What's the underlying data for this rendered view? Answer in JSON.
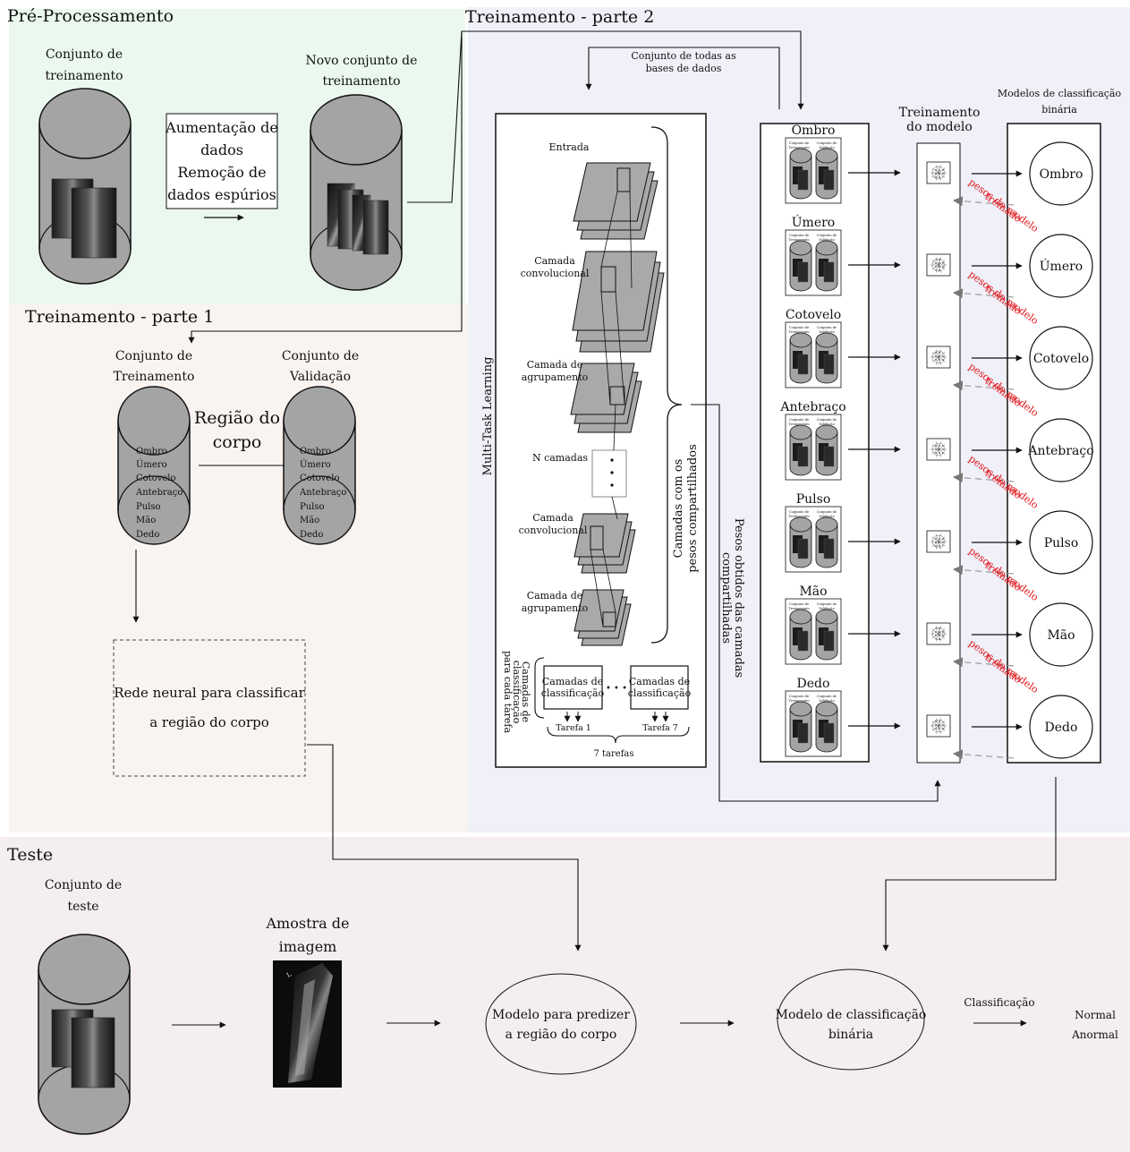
{
  "colors": {
    "pre_bg": "#ebf8ef",
    "train1_bg": "#faf4f1",
    "train2_bg": "#f0f0f8",
    "test_bg": "#f5eeee",
    "cylinder_fill": "#a4a4a4",
    "layer_fill": "#a9a9a9",
    "weights_label": "#e0151b"
  },
  "sections": {
    "pre": "Pré-Processamento",
    "train2": "Treinamento - parte 2",
    "train1": "Treinamento - parte 1",
    "test": "Teste"
  },
  "pre": {
    "set_label": [
      "Conjunto de",
      "treinamento"
    ],
    "aug_label": [
      "Aumentação de",
      "dados",
      "Remoção de",
      "dados espúrios"
    ],
    "new_set_label": [
      "Novo conjunto de",
      "treinamento"
    ]
  },
  "train1": {
    "train_set": [
      "Conjunto de",
      "Treinamento"
    ],
    "val_set": [
      "Conjunto de",
      "Validação"
    ],
    "region_label": [
      "Região do",
      "corpo"
    ],
    "cyl_items": [
      "Ombro",
      "Úmero",
      "Cotovelo",
      "Antebraço",
      "Pulso",
      "Mão",
      "Dedo"
    ],
    "nn_label": [
      "Rede neural para classificar",
      "a região do corpo"
    ]
  },
  "train2": {
    "all_db_label": [
      "Conjunto de todas as",
      "bases de dados"
    ],
    "mtl_label": "Multi-Task Learning",
    "layers": {
      "input": "Entrada",
      "conv1": [
        "Camada",
        "convolucional"
      ],
      "pool1": [
        "Camada de",
        "agrupamento"
      ],
      "n": "N camadas",
      "conv2": [
        "Camada",
        "convolucional"
      ],
      "pool2": [
        "Camada de",
        "agrupamento"
      ]
    },
    "shared_label": [
      "Camadas com os",
      "pesos compartilhados"
    ],
    "cls_side_label": [
      "Camadas de",
      "classificação",
      "para cada tarefa"
    ],
    "cls_box": [
      "Camadas de",
      "classificação"
    ],
    "ellipsis": "• • •",
    "task1": "Tarefa 1",
    "task7": "Tarefa 7",
    "tasks_total": "7 tarefas",
    "weights_shared": [
      "Pesos obtidos das camadas",
      "compartilhadas"
    ],
    "train_model": [
      "Treinamento",
      "do modelo"
    ],
    "binary_models": [
      "Modelos de classificação",
      "binária"
    ],
    "mini_set_train": [
      "Conjunto de",
      "Treinamento"
    ],
    "mini_set_val": [
      "Conjunto de",
      "Validação"
    ],
    "body_parts": [
      "Ombro",
      "Úmero",
      "Cotovelo",
      "Antebraço",
      "Pulso",
      "Mão",
      "Dedo"
    ],
    "weights_label": [
      "pesos do modelo",
      "treinado"
    ]
  },
  "test": {
    "test_set": [
      "Conjunto de",
      "teste"
    ],
    "sample": [
      "Amostra de",
      "imagem"
    ],
    "predict_model": [
      "Modelo para predizer",
      "a região do corpo"
    ],
    "binary_model": [
      "Modelo de classificação",
      "binária"
    ],
    "classification": "Classificação",
    "normal": "Normal",
    "abnormal": "Anormal"
  }
}
